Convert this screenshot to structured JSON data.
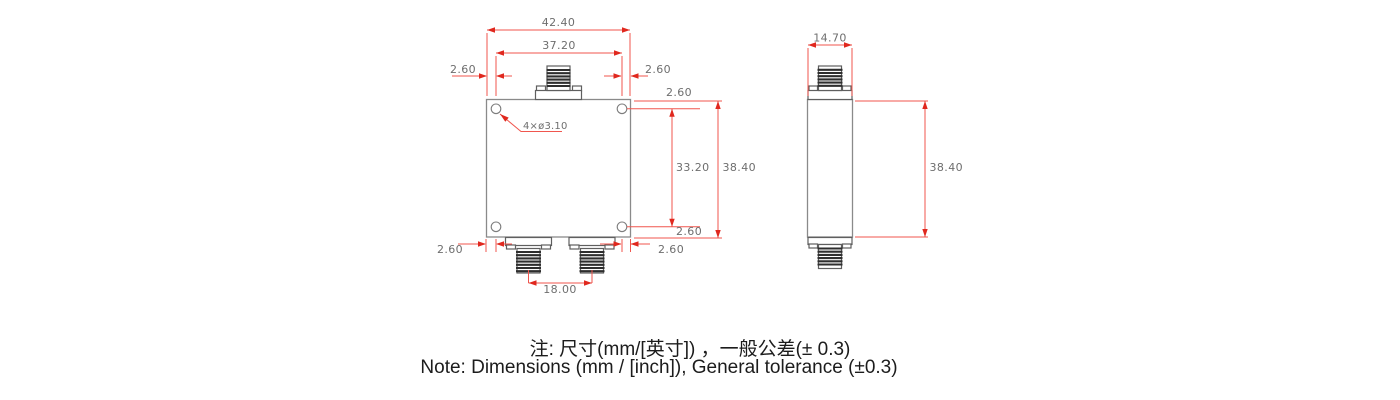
{
  "front": {
    "overall_width": "42.40",
    "hole_pitch_x": "37.20",
    "offset_top_left": "2.60",
    "offset_top_right": "2.60",
    "offset_hole_top": "2.60",
    "hole_pitch_y": "33.20",
    "overall_height": "38.40",
    "offset_hole_bottom": "2.60",
    "offset_bottom_right": "2.60",
    "offset_bottom_left": "2.60",
    "hole_callout": "4×ø3.10",
    "port_pitch": "18.00"
  },
  "side": {
    "overall_depth": "14.70",
    "overall_height": "38.40"
  },
  "notes": {
    "chinese": "注: 尺寸(mm/[英寸]) ，一般公差(± 0.3)",
    "english": "Note: Dimensions (mm / [inch]), General tolerance (±0.3)"
  },
  "colors": {
    "dimension_red": "#f0564e",
    "arrow_red": "#e0281e",
    "outline_gray": "#8a8a8a",
    "connector_gray": "#5f5f5f",
    "thread_dark": "#2e2e2e",
    "dim_text_gray": "#6e6e6e",
    "note_text": "#1c1c1c",
    "background": "#ffffff"
  }
}
